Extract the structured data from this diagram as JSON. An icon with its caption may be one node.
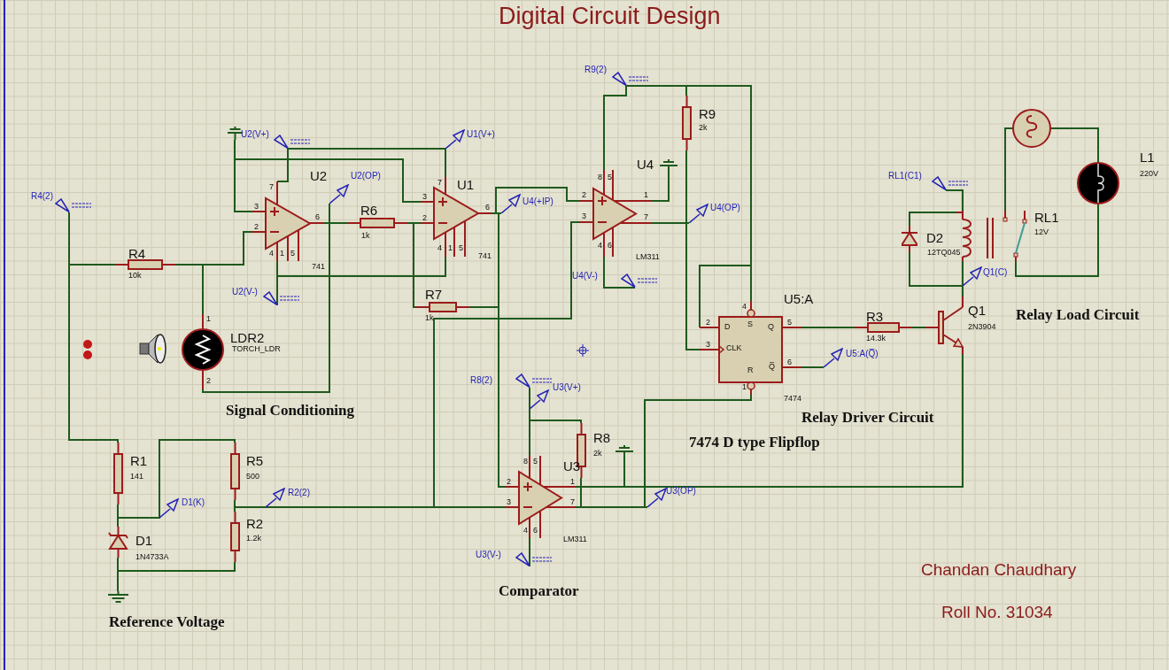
{
  "diagram": {
    "title": "Digital Circuit Design",
    "nodes": [
      {
        "text": [
          "R4(2)"
        ]
      },
      {
        "text": [
          "R4",
          "10k"
        ]
      },
      {
        "text": [
          "LDR2",
          "TORCH_LDR",
          "1",
          "2"
        ]
      },
      {
        "text": [],
        "shape": "terminal"
      },
      {
        "text": [
          "U2(V+)"
        ]
      },
      {
        "text": [
          "U2",
          "741",
          "7",
          "3",
          "2",
          "6",
          "4",
          "1",
          "5"
        ]
      },
      {
        "text": [
          "U2(OP)"
        ]
      },
      {
        "text": [
          "U1(V+)"
        ]
      },
      {
        "text": [
          "R6",
          "1k"
        ]
      },
      {
        "text": [
          "U1",
          "741",
          "3",
          "2",
          "7",
          "6",
          "4",
          "1",
          "5"
        ]
      },
      {
        "text": [
          "U2(V-)"
        ]
      },
      {
        "text": [
          "R7",
          "1k"
        ]
      },
      {
        "text": [
          "U4(+IP)"
        ]
      },
      {
        "text": [
          "U4",
          "LM311",
          "8",
          "5",
          "2",
          "3",
          "1",
          "7",
          "4",
          "6"
        ]
      },
      {
        "text": [],
        "shape": "terminal"
      },
      {
        "text": [
          "R9(2)"
        ]
      },
      {
        "text": [
          "R9",
          "2k"
        ]
      },
      {
        "text": [
          "U4(OP)"
        ]
      },
      {
        "text": [
          "U4(V-)"
        ]
      },
      {
        "text": [
          "U5:A",
          "7474",
          "D",
          "S",
          "Q",
          "CLK",
          "R",
          "Q̅",
          "4",
          "2",
          "3",
          "5",
          "6",
          "1"
        ]
      },
      {
        "text": [
          "U5:A(Q̅)"
        ]
      },
      {
        "text": [
          "R3",
          "14.3k"
        ]
      },
      {
        "text": [
          "Q1",
          "2N3904"
        ]
      },
      {
        "text": [
          "Q1(C)"
        ]
      },
      {
        "text": [
          "D2",
          "12TQ045"
        ]
      },
      {
        "text": [
          "RL1(C1)"
        ]
      },
      {
        "text": [
          "RL1",
          "12V"
        ]
      },
      {
        "text": [],
        "shape": "circle"
      },
      {
        "text": [
          "L1",
          "220V"
        ]
      },
      {
        "text": [
          "R1",
          "141"
        ]
      },
      {
        "text": [
          "D1(K)"
        ]
      },
      {
        "text": [
          "R5",
          "500"
        ]
      },
      {
        "text": [
          "R2(2)"
        ]
      },
      {
        "text": [
          "R2",
          "1.2k"
        ]
      },
      {
        "text": [
          "D1",
          "1N4733A"
        ]
      },
      {
        "text": [],
        "shape": "ground"
      },
      {
        "text": [
          "R8(2)"
        ]
      },
      {
        "text": [
          "U3(V+)"
        ]
      },
      {
        "text": [
          "R8",
          "2k"
        ]
      },
      {
        "text": [
          "U3",
          "LM311",
          "8",
          "5",
          "2",
          "3",
          "1",
          "7",
          "4",
          "6"
        ]
      },
      {
        "text": [],
        "shape": "terminal"
      },
      {
        "text": [
          "U3(OP)"
        ]
      },
      {
        "text": [
          "U3(V-)"
        ]
      }
    ],
    "edges": [
      {
        "from": 0,
        "to": 1,
        "arrow": "none"
      },
      {
        "from": 1,
        "to": 29,
        "arrow": "none"
      },
      {
        "from": 1,
        "to": 2,
        "arrow": "none"
      },
      {
        "from": 1,
        "to": 5,
        "arrow": "none"
      },
      {
        "from": 2,
        "to": 5,
        "arrow": "none"
      },
      {
        "from": 3,
        "to": 5,
        "arrow": "none"
      },
      {
        "from": 3,
        "to": 9,
        "arrow": "none"
      },
      {
        "from": 4,
        "to": 5,
        "arrow": "none"
      },
      {
        "from": 4,
        "to": 9,
        "arrow": "none"
      },
      {
        "from": 9,
        "to": 7,
        "arrow": "none"
      },
      {
        "from": 5,
        "to": 6,
        "arrow": "none"
      },
      {
        "from": 5,
        "to": 8,
        "arrow": "none"
      },
      {
        "from": 10,
        "to": 5,
        "arrow": "none"
      },
      {
        "from": 5,
        "to": 9,
        "arrow": "none"
      },
      {
        "from": 8,
        "to": 9,
        "arrow": "none"
      },
      {
        "from": 8,
        "to": 11,
        "arrow": "none"
      },
      {
        "from": 11,
        "to": 9,
        "arrow": "none"
      },
      {
        "from": 9,
        "to": 12,
        "arrow": "none"
      },
      {
        "from": 9,
        "to": 13,
        "arrow": "none"
      },
      {
        "from": 9,
        "to": 39,
        "arrow": "none"
      },
      {
        "from": 31,
        "to": 33,
        "arrow": "none"
      },
      {
        "from": 33,
        "to": 32,
        "arrow": "none"
      },
      {
        "from": 33,
        "to": 39,
        "arrow": "none"
      },
      {
        "from": 33,
        "to": 13,
        "arrow": "none"
      },
      {
        "from": 13,
        "to": 14,
        "arrow": "none"
      },
      {
        "from": 15,
        "to": 13,
        "arrow": "none"
      },
      {
        "from": 15,
        "to": 16,
        "arrow": "none"
      },
      {
        "from": 16,
        "to": 19,
        "arrow": "none"
      },
      {
        "from": 16,
        "to": 19,
        "arrow": "none"
      },
      {
        "from": 13,
        "to": 16,
        "arrow": "none"
      },
      {
        "from": 13,
        "to": 17,
        "arrow": "none"
      },
      {
        "from": 13,
        "to": 19,
        "arrow": "none"
      },
      {
        "from": 13,
        "to": 18,
        "arrow": "none"
      },
      {
        "from": 19,
        "to": 21,
        "arrow": "none"
      },
      {
        "from": 21,
        "to": 22,
        "arrow": "none"
      },
      {
        "from": 19,
        "to": 20,
        "arrow": "none"
      },
      {
        "from": 39,
        "to": 19,
        "arrow": "none"
      },
      {
        "from": 39,
        "to": 38,
        "arrow": "none"
      },
      {
        "from": 39,
        "to": 41,
        "arrow": "none"
      },
      {
        "from": 39,
        "to": 40,
        "arrow": "none"
      },
      {
        "from": 39,
        "to": 22,
        "arrow": "none"
      },
      {
        "from": 39,
        "to": 38,
        "arrow": "none"
      },
      {
        "from": 39,
        "to": 37,
        "arrow": "none"
      },
      {
        "from": 39,
        "to": 36,
        "arrow": "none"
      },
      {
        "from": 39,
        "to": 42,
        "arrow": "none"
      },
      {
        "from": 29,
        "to": 34,
        "arrow": "none"
      },
      {
        "from": 29,
        "to": 30,
        "arrow": "none"
      },
      {
        "from": 29,
        "to": 31,
        "arrow": "none"
      },
      {
        "from": 33,
        "to": 34,
        "arrow": "none"
      },
      {
        "from": 34,
        "to": 35,
        "arrow": "none"
      },
      {
        "from": 22,
        "to": 26,
        "arrow": "none"
      },
      {
        "from": 22,
        "to": 23,
        "arrow": "none"
      },
      {
        "from": 22,
        "to": 24,
        "arrow": "none"
      },
      {
        "from": 24,
        "to": 26,
        "arrow": "none"
      },
      {
        "from": 26,
        "to": 25,
        "arrow": "none"
      },
      {
        "from": 26,
        "to": 27,
        "arrow": "none"
      },
      {
        "from": 27,
        "to": 28,
        "arrow": "none"
      },
      {
        "from": 28,
        "to": 26,
        "arrow": "none"
      }
    ],
    "labels": [
      "Signal Conditioning",
      "Reference Voltage",
      "Comparator",
      "7474 D type Flipflop",
      "Relay Driver Circuit",
      "Relay Load Circuit",
      "Chandan Chaudhary",
      "Roll No. 31034"
    ]
  }
}
